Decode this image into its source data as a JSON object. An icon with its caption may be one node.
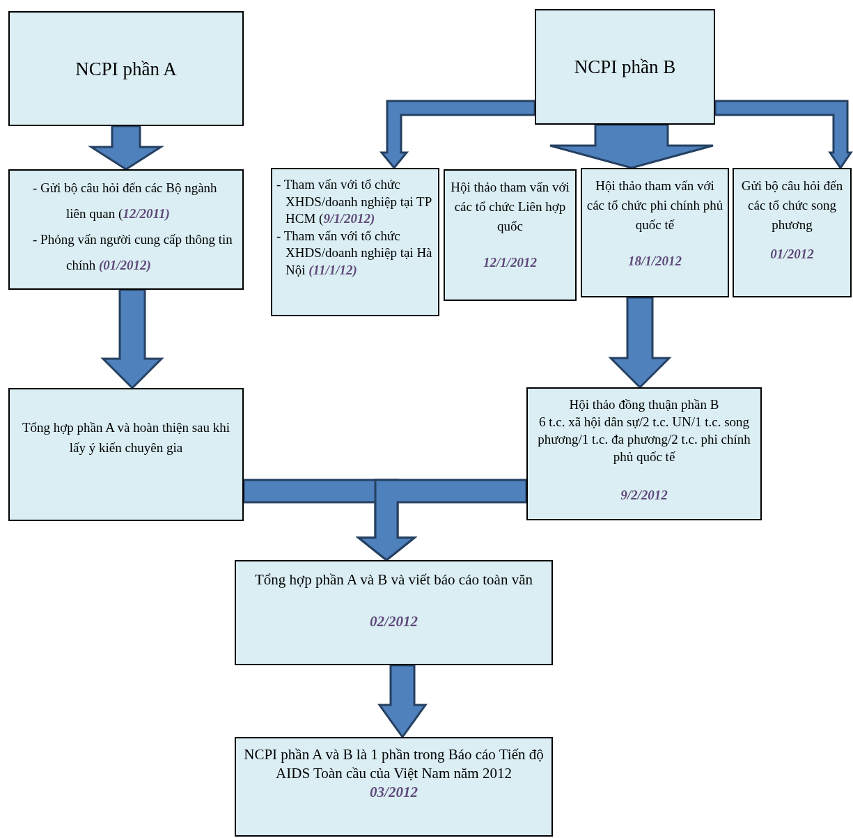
{
  "diagram": {
    "nodes": [
      {
        "text": [
          "NCPI phần A"
        ]
      },
      {
        "text": [
          "NCPI phần B"
        ]
      },
      {
        "text": [
          "- Gửi bộ câu hỏi đến các Bộ ngành liên quan (**12/2011)**",
          "- Phỏng vấn người cung cấp thông tin chính **(01/2012)**"
        ]
      },
      {
        "text": [
          "- Tham vấn với tổ chức XHDS/doanh nghiệp tại TP HCM (**9/1/2012)**",
          "- Tham vấn với tổ chức XHDS/doanh nghiệp tại Hà Nội **(11/1/12)**"
        ]
      },
      {
        "text": [
          "Hội thảo tham vấn với các tổ chức Liên hợp quốc",
          "12/1/2012"
        ]
      },
      {
        "text": [
          "Hội thảo tham vấn với các tổ chức phi chính phủ quốc tế",
          "18/1/2012"
        ]
      },
      {
        "text": [
          "Gửi bộ câu hỏi đến các tổ chức song phương",
          "01/2012"
        ]
      },
      {
        "text": [
          "Tổng hợp phần A và hoàn thiện sau khi lấy ý kiến chuyên gia"
        ]
      },
      {
        "text": [
          "Hội thảo đồng thuận phần B",
          "6 t.c. xã hội dân sự/2 t.c. UN/1 t.c. song phương/1 t.c. đa phương/2 t.c. phi chính phủ quốc tế",
          "9/2/2012"
        ]
      },
      {
        "text": [
          "Tổng hợp phần A và B và viết báo cáo toàn văn",
          "02/2012"
        ]
      },
      {
        "text": [
          "NCPI phần A và B là 1 phần trong Báo cáo Tiến độ AIDS Toàn cầu của Việt Nam năm 2012",
          "03/2012"
        ]
      }
    ],
    "edges": [
      {
        "from": 0,
        "to": 2,
        "arrow": "to"
      },
      {
        "from": 1,
        "to": 3,
        "arrow": "to"
      },
      {
        "from": 1,
        "to": 5,
        "arrow": "to"
      },
      {
        "from": 1,
        "to": 6,
        "arrow": "to"
      },
      {
        "from": 2,
        "to": 7,
        "arrow": "to"
      },
      {
        "from": 5,
        "to": 8,
        "arrow": "to"
      },
      {
        "from": 7,
        "to": 9,
        "arrow": "to"
      },
      {
        "from": 8,
        "to": 9,
        "arrow": "to"
      },
      {
        "from": 9,
        "to": 10,
        "arrow": "to"
      }
    ]
  }
}
